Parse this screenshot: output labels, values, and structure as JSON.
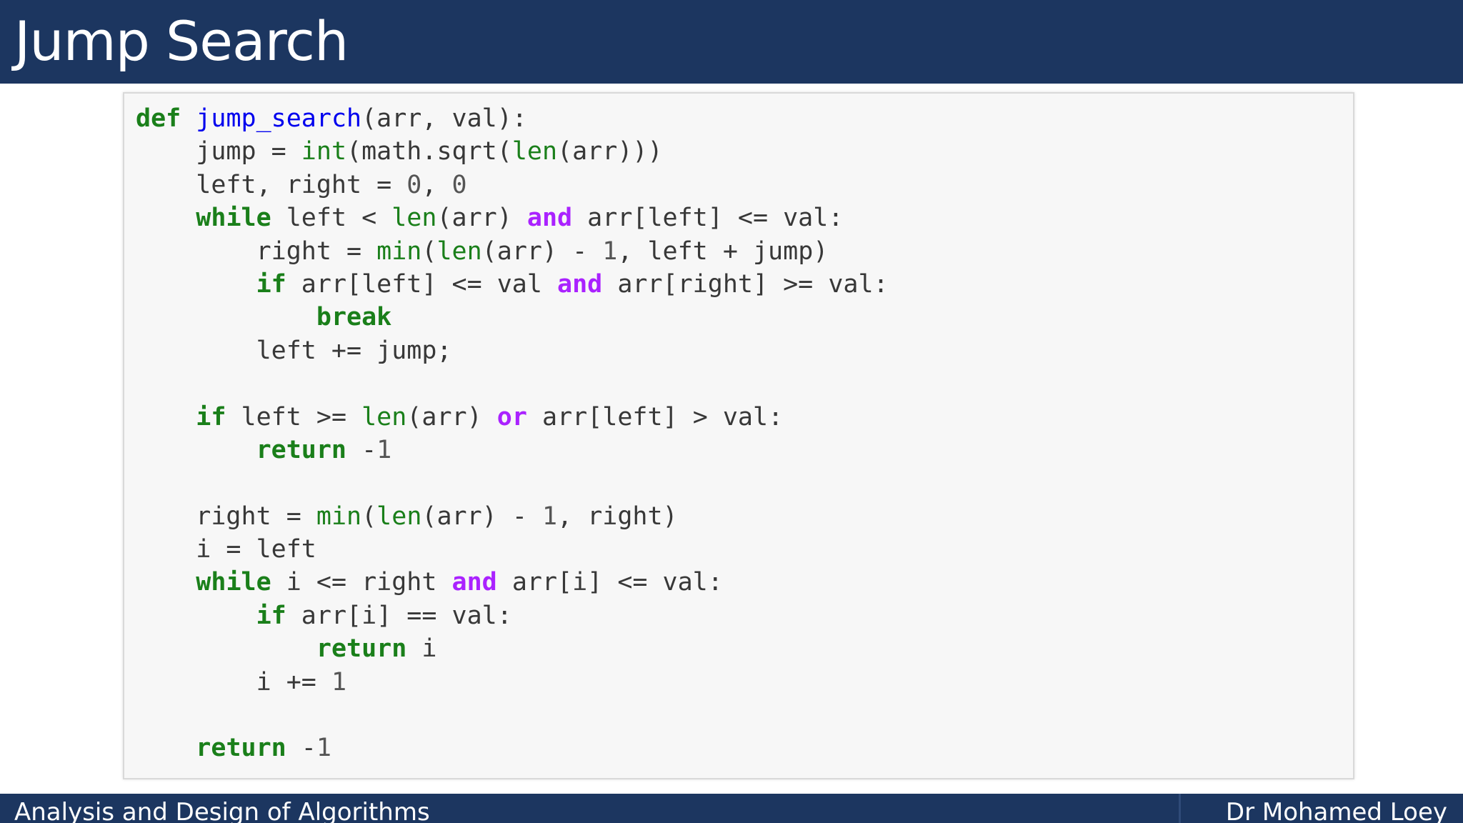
{
  "slide": {
    "title": "Jump Search"
  },
  "code": {
    "language": "python",
    "colors": {
      "keyword": "#1a7f1a",
      "operator": "#aa22ff",
      "builtin": "#1a7f1a",
      "funcname": "#0000ee",
      "text": "#383838"
    },
    "lines": [
      [
        {
          "t": "def",
          "c": "keyword"
        },
        {
          "t": " ",
          "c": "text"
        },
        {
          "t": "jump_search",
          "c": "funcname"
        },
        {
          "t": "(arr, val):",
          "c": "text"
        }
      ],
      [
        {
          "t": "    jump = ",
          "c": "text"
        },
        {
          "t": "int",
          "c": "builtin"
        },
        {
          "t": "(math.sqrt(",
          "c": "text"
        },
        {
          "t": "len",
          "c": "builtin"
        },
        {
          "t": "(arr)))",
          "c": "text"
        }
      ],
      [
        {
          "t": "    left, right = ",
          "c": "text"
        },
        {
          "t": "0",
          "c": "number"
        },
        {
          "t": ", ",
          "c": "text"
        },
        {
          "t": "0",
          "c": "number"
        }
      ],
      [
        {
          "t": "    ",
          "c": "text"
        },
        {
          "t": "while",
          "c": "keyword"
        },
        {
          "t": " left < ",
          "c": "text"
        },
        {
          "t": "len",
          "c": "builtin"
        },
        {
          "t": "(arr) ",
          "c": "text"
        },
        {
          "t": "and",
          "c": "operator"
        },
        {
          "t": " arr[left] <= val:",
          "c": "text"
        }
      ],
      [
        {
          "t": "        right = ",
          "c": "text"
        },
        {
          "t": "min",
          "c": "builtin"
        },
        {
          "t": "(",
          "c": "text"
        },
        {
          "t": "len",
          "c": "builtin"
        },
        {
          "t": "(arr) - ",
          "c": "text"
        },
        {
          "t": "1",
          "c": "number"
        },
        {
          "t": ", left + jump)",
          "c": "text"
        }
      ],
      [
        {
          "t": "        ",
          "c": "text"
        },
        {
          "t": "if",
          "c": "keyword"
        },
        {
          "t": " arr[left] <= val ",
          "c": "text"
        },
        {
          "t": "and",
          "c": "operator"
        },
        {
          "t": " arr[right] >= val:",
          "c": "text"
        }
      ],
      [
        {
          "t": "            ",
          "c": "text"
        },
        {
          "t": "break",
          "c": "keyword"
        }
      ],
      [
        {
          "t": "        left += jump;",
          "c": "text"
        }
      ],
      [],
      [
        {
          "t": "    ",
          "c": "text"
        },
        {
          "t": "if",
          "c": "keyword"
        },
        {
          "t": " left >= ",
          "c": "text"
        },
        {
          "t": "len",
          "c": "builtin"
        },
        {
          "t": "(arr) ",
          "c": "text"
        },
        {
          "t": "or",
          "c": "operator"
        },
        {
          "t": " arr[left] > val:",
          "c": "text"
        }
      ],
      [
        {
          "t": "        ",
          "c": "text"
        },
        {
          "t": "return",
          "c": "keyword"
        },
        {
          "t": " -",
          "c": "text"
        },
        {
          "t": "1",
          "c": "number"
        }
      ],
      [],
      [
        {
          "t": "    right = ",
          "c": "text"
        },
        {
          "t": "min",
          "c": "builtin"
        },
        {
          "t": "(",
          "c": "text"
        },
        {
          "t": "len",
          "c": "builtin"
        },
        {
          "t": "(arr) - ",
          "c": "text"
        },
        {
          "t": "1",
          "c": "number"
        },
        {
          "t": ", right)",
          "c": "text"
        }
      ],
      [
        {
          "t": "    i = left",
          "c": "text"
        }
      ],
      [
        {
          "t": "    ",
          "c": "text"
        },
        {
          "t": "while",
          "c": "keyword"
        },
        {
          "t": " i <= right ",
          "c": "text"
        },
        {
          "t": "and",
          "c": "operator"
        },
        {
          "t": " arr[i] <= val:",
          "c": "text"
        }
      ],
      [
        {
          "t": "        ",
          "c": "text"
        },
        {
          "t": "if",
          "c": "keyword"
        },
        {
          "t": " arr[i] == val:",
          "c": "text"
        }
      ],
      [
        {
          "t": "            ",
          "c": "text"
        },
        {
          "t": "return",
          "c": "keyword"
        },
        {
          "t": " i",
          "c": "text"
        }
      ],
      [
        {
          "t": "        i += ",
          "c": "text"
        },
        {
          "t": "1",
          "c": "number"
        }
      ],
      [],
      [
        {
          "t": "    ",
          "c": "text"
        },
        {
          "t": "return",
          "c": "keyword"
        },
        {
          "t": " -",
          "c": "text"
        },
        {
          "t": "1",
          "c": "number"
        }
      ]
    ]
  },
  "footer": {
    "course": "Analysis and Design of Algorithms",
    "author": "Dr Mohamed Loey"
  },
  "colors": {
    "bar_background": "#1c3660",
    "code_background": "#f7f7f7",
    "code_border": "#d9d9d9"
  }
}
